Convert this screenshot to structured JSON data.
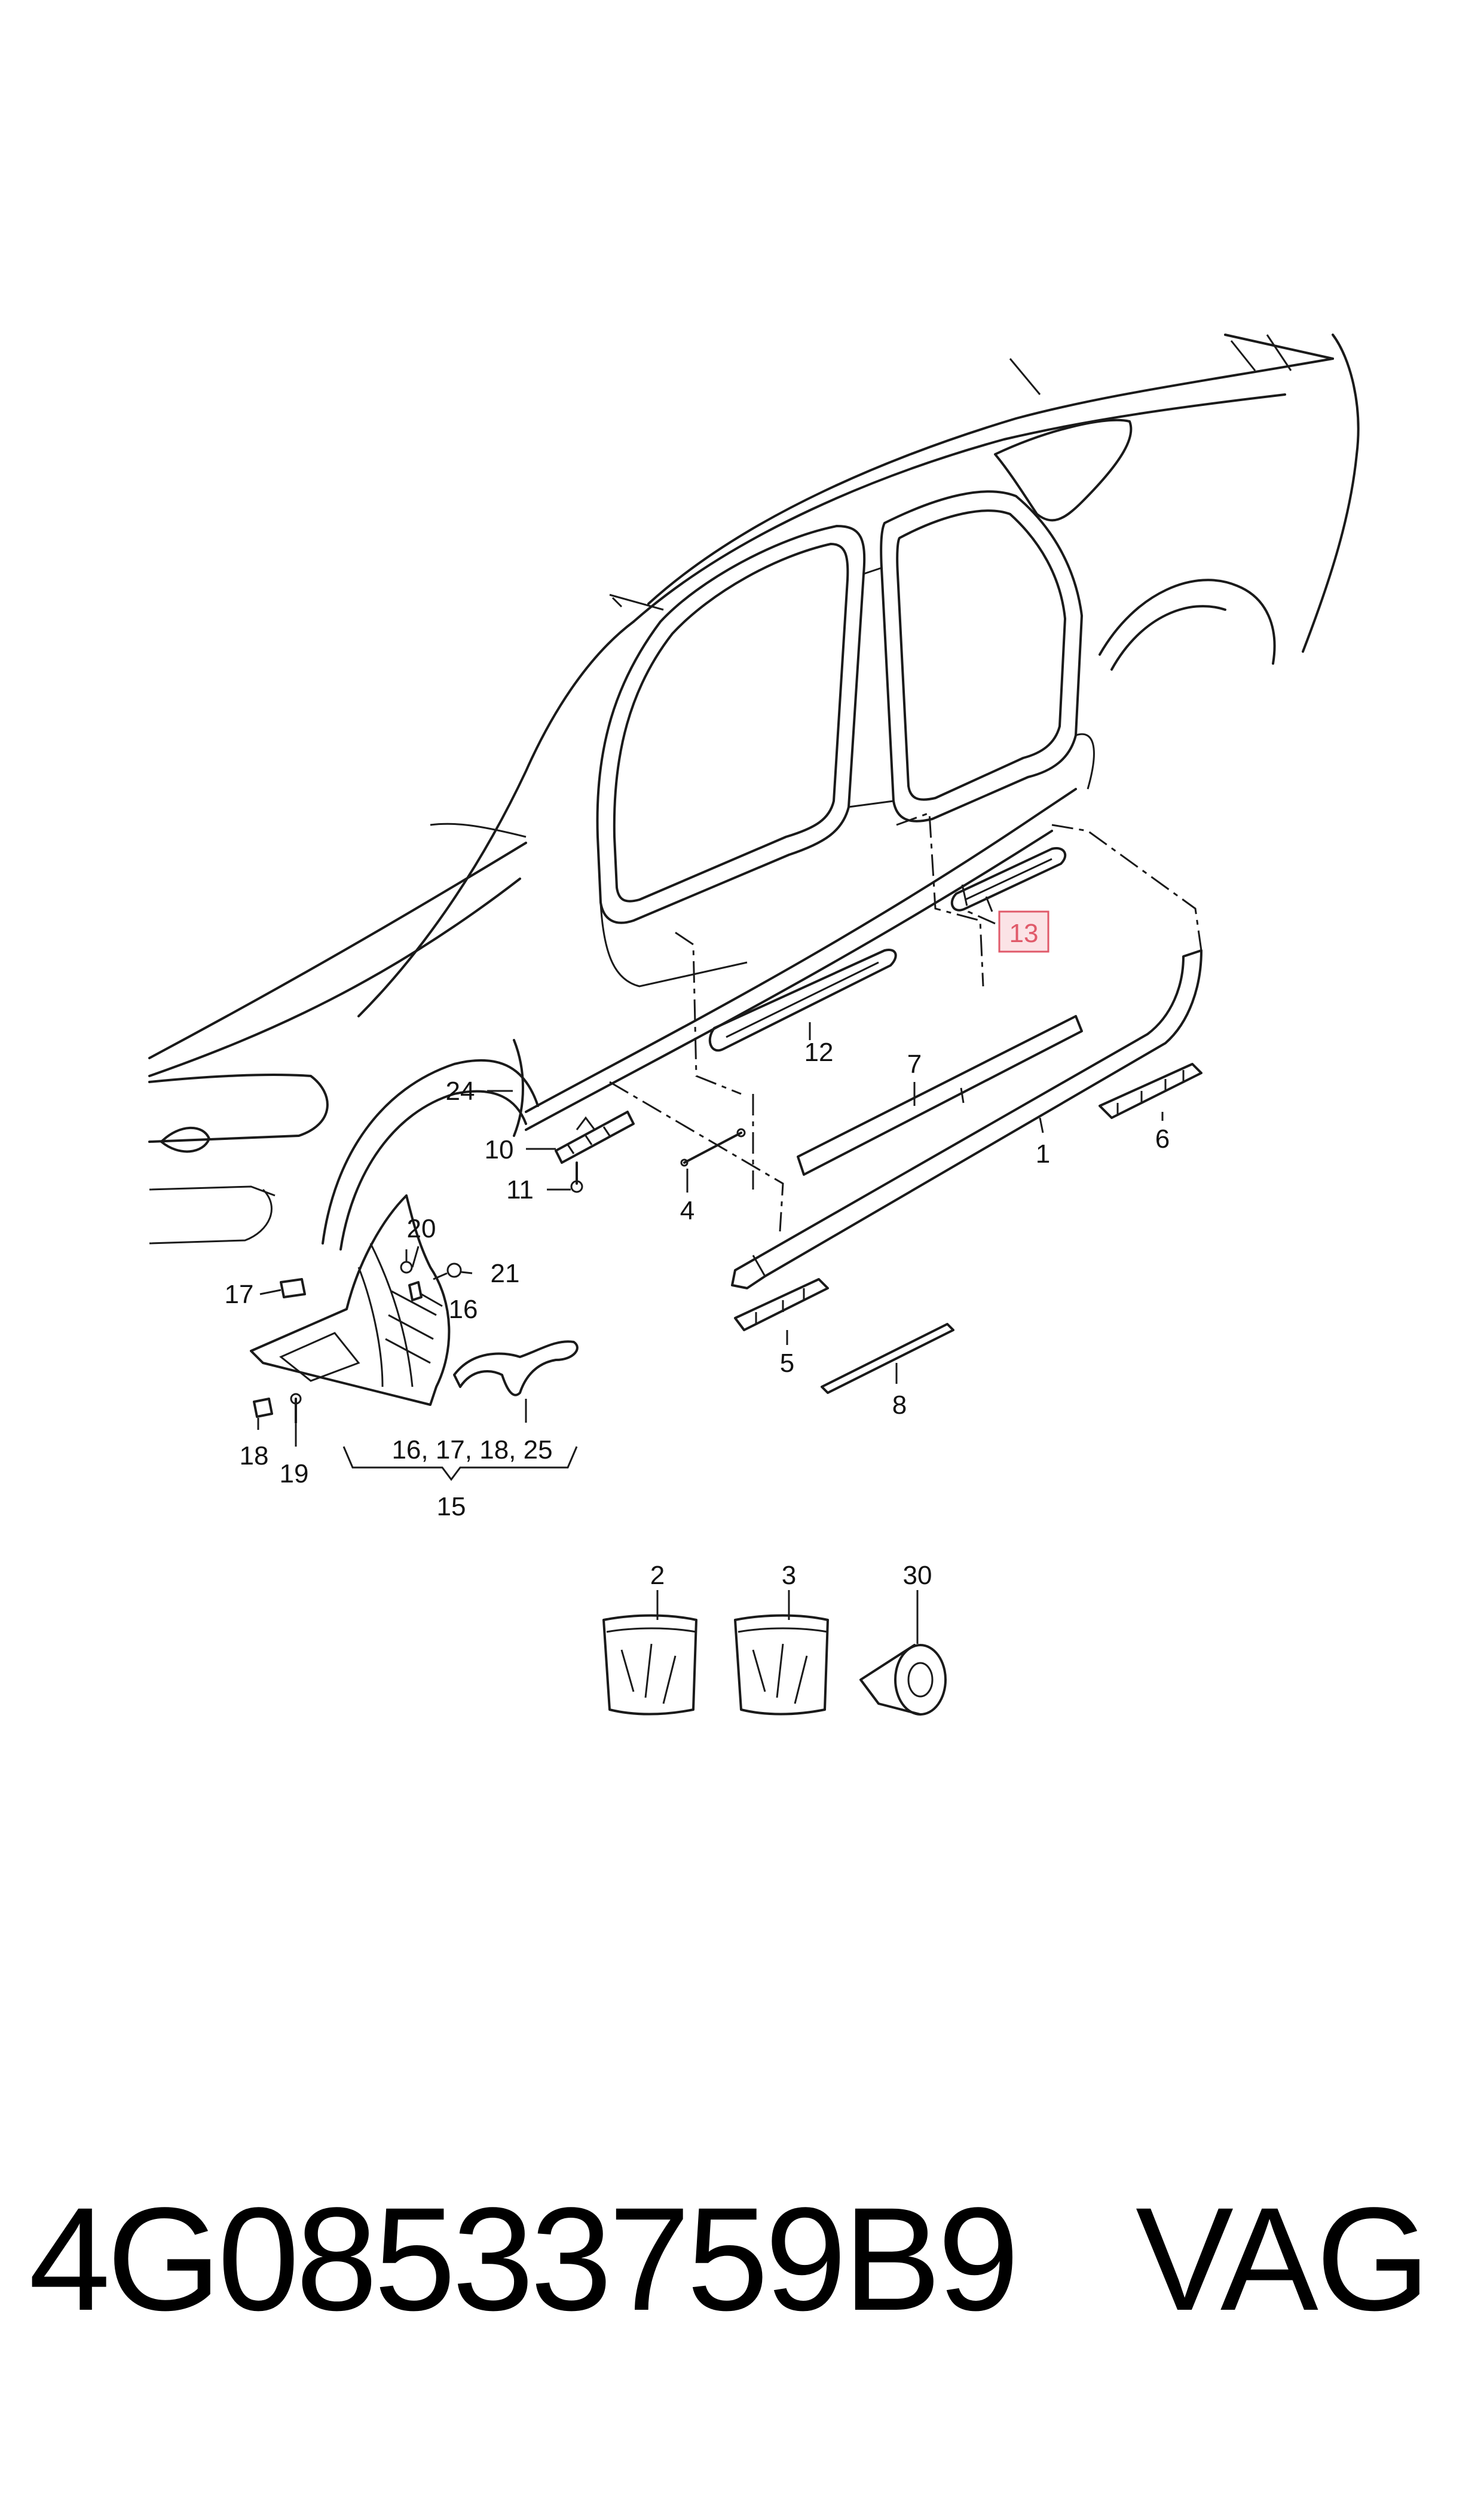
{
  "callouts": {
    "c1": "1",
    "c2": "2",
    "c3": "3",
    "c4": "4",
    "c5": "5",
    "c6": "6",
    "c7": "7",
    "c8": "8",
    "c10": "10",
    "c11": "11",
    "c12": "12",
    "c13": "13",
    "c15": "15",
    "c16a": "16",
    "c16group": "16, 17, 18, 25",
    "c17": "17",
    "c18": "18",
    "c19": "19",
    "c20": "20",
    "c21": "21",
    "c24": "24",
    "c30": "30"
  },
  "highlight": {
    "callout": "13",
    "color": "#e05a6a",
    "fill": "#fbe3e6"
  },
  "footer": {
    "part_number": "4G08533759B9",
    "brand": "VAG"
  }
}
